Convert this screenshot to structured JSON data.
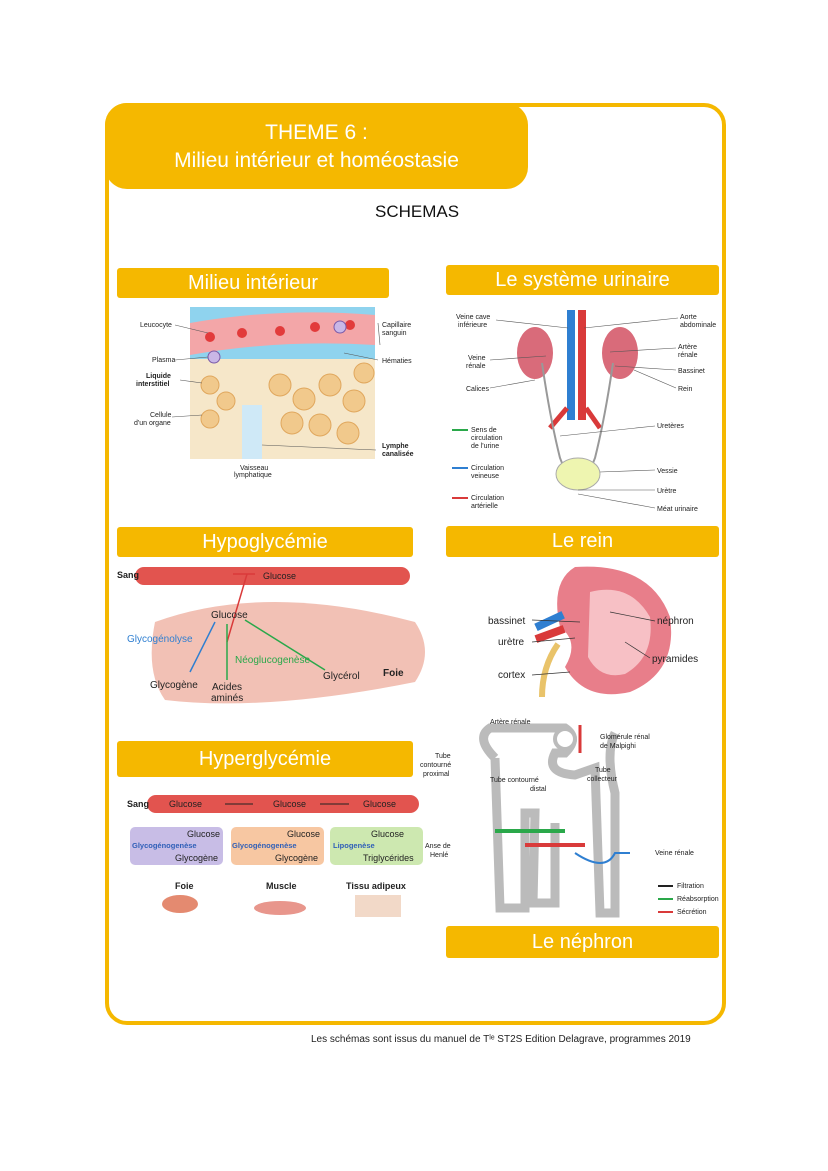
{
  "header": {
    "theme_line1": "THEME 6 :",
    "theme_line2": "Milieu intérieur et homéostasie",
    "subtitle": "SCHEMAS"
  },
  "banners": {
    "milieu": "Milieu intérieur",
    "urinaire": "Le système urinaire",
    "hypo": "Hypoglycémie",
    "rein": "Le rein",
    "hyper": "Hyperglycémie",
    "nephron": "Le néphron"
  },
  "milieu_labels": {
    "leucocyte": "Leucocyte",
    "plasma": "Plasma",
    "liquide1": "Liquide",
    "liquide2": "interstitiel",
    "cellule1": "Cellule",
    "cellule2": "d'un organe",
    "capillaire1": "Capillaire",
    "capillaire2": "sanguin",
    "hematies": "Hématies",
    "lymphe1": "Lymphe",
    "lymphe2": "canalisée",
    "vaisseau1": "Vaisseau",
    "vaisseau2": "lymphatique"
  },
  "urinaire_labels": {
    "veine_cave1": "Veine cave",
    "veine_cave2": "inférieure",
    "veine_renale1": "Veine",
    "veine_renale2": "rénale",
    "calices": "Calices",
    "aorte1": "Aorte",
    "aorte2": "abdominale",
    "artere1": "Artère",
    "artere2": "rénale",
    "bassinet": "Bassinet",
    "rein": "Rein",
    "ureteres": "Uretères",
    "vessie": "Vessie",
    "uretre": "Urètre",
    "meat": "Méat urinaire",
    "sens1": "Sens de",
    "sens2": "circulation",
    "sens3": "de l'urine",
    "circ_v1": "Circulation",
    "circ_v2": "veineuse",
    "circ_a1": "Circulation",
    "circ_a2": "artérielle"
  },
  "hypo_labels": {
    "sang": "Sang",
    "glucose_top": "Glucose",
    "glucose": "Glucose",
    "glycogenolyse": "Glycogénolyse",
    "neoglucogenese": "Néoglucogenèse",
    "glycogene": "Glycogène",
    "acides1": "Acides",
    "acides2": "aminés",
    "glycerol": "Glycérol",
    "foie": "Foie"
  },
  "rein_labels": {
    "bassinet": "bassinet",
    "uretre": "urètre",
    "cortex": "cortex",
    "nephron": "néphron",
    "pyramides": "pyramides"
  },
  "hyper_labels": {
    "sang": "Sang",
    "glucose1": "Glucose",
    "glucose2": "Glucose",
    "glucose3": "Glucose",
    "box1_glucose": "Glucose",
    "box1_process": "Glycogénogenèse",
    "box1_result": "Glycogène",
    "box2_glucose": "Glucose",
    "box2_process": "Glycogénogenèse",
    "box2_result": "Glycogène",
    "box3_glucose": "Glucose",
    "box3_process": "Lipogenèse",
    "box3_result": "Triglycérides",
    "foie": "Foie",
    "muscle": "Muscle",
    "tissu": "Tissu adipeux"
  },
  "nephron_labels": {
    "artere": "Artère rénale",
    "glomerule1": "Glomérule rénal",
    "glomerule2": "de Malpighi",
    "tube_prox1": "Tube",
    "tube_prox2": "contourné",
    "tube_prox3": "proximal",
    "tube_dist1": "Tube contourné",
    "tube_dist2": "distal",
    "tube_coll1": "Tube",
    "tube_coll2": "collecteur",
    "anse1": "Anse de",
    "anse2": "Henlé",
    "veine": "Veine rénale",
    "filtration": "Filtration",
    "reabsorption": "Réabsorption",
    "secretion": "Sécrétion"
  },
  "footer": {
    "text": "Les schémas sont issus du manuel de Tˡᵉ ST2S Edition Delagrave, programmes 2019"
  }
}
